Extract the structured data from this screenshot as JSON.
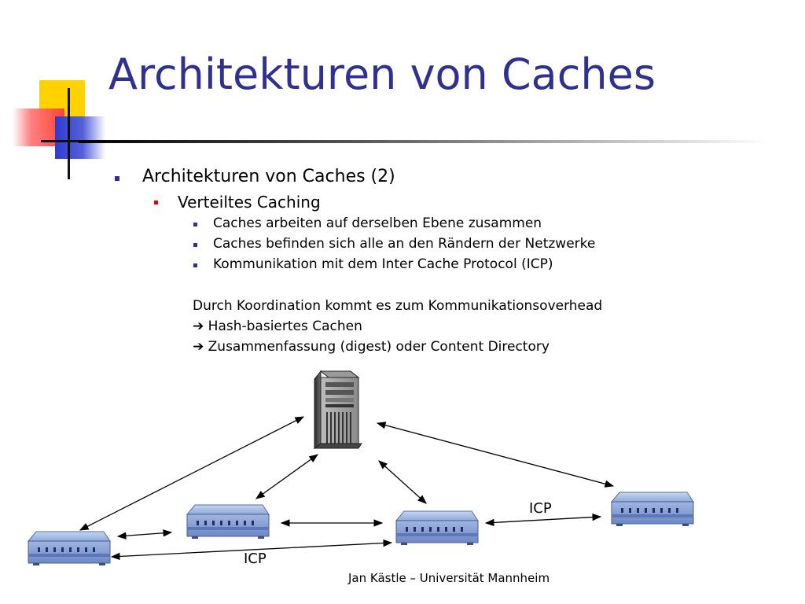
{
  "slide": {
    "title": "Architekturen von Caches",
    "level1": "Architekturen von Caches (2)",
    "level2": "Verteiltes Caching",
    "level3": [
      "Caches arbeiten auf derselben Ebene zusammen",
      "Caches befinden sich alle an den Rändern der Netzwerke",
      "Kommunikation mit dem Inter Cache Protocol (ICP)"
    ],
    "note": "Durch Koordination kommt es zum Kommunikationsoverhead",
    "arrow_lines": [
      "Hash-basiertes Cachen",
      "Zusammenfassung (digest) oder Content Directory"
    ],
    "arrow_glyph": "➔",
    "footer": "Jan Kästle – Universität Mannheim"
  },
  "diagram": {
    "icp_label_right": "ICP",
    "icp_label_bottom": "ICP",
    "server_icon": "server-tower-icon",
    "cache_icon": "network-cache-device-icon"
  },
  "colors": {
    "title": "#2e3192",
    "bullet_blue": "#2e3192",
    "bullet_red": "#e00000",
    "deco_yellow": "#ffd200",
    "deco_red": "#ff3b3b",
    "deco_blue": "#2e3ccf",
    "device_blue": "#8fa8d8"
  }
}
